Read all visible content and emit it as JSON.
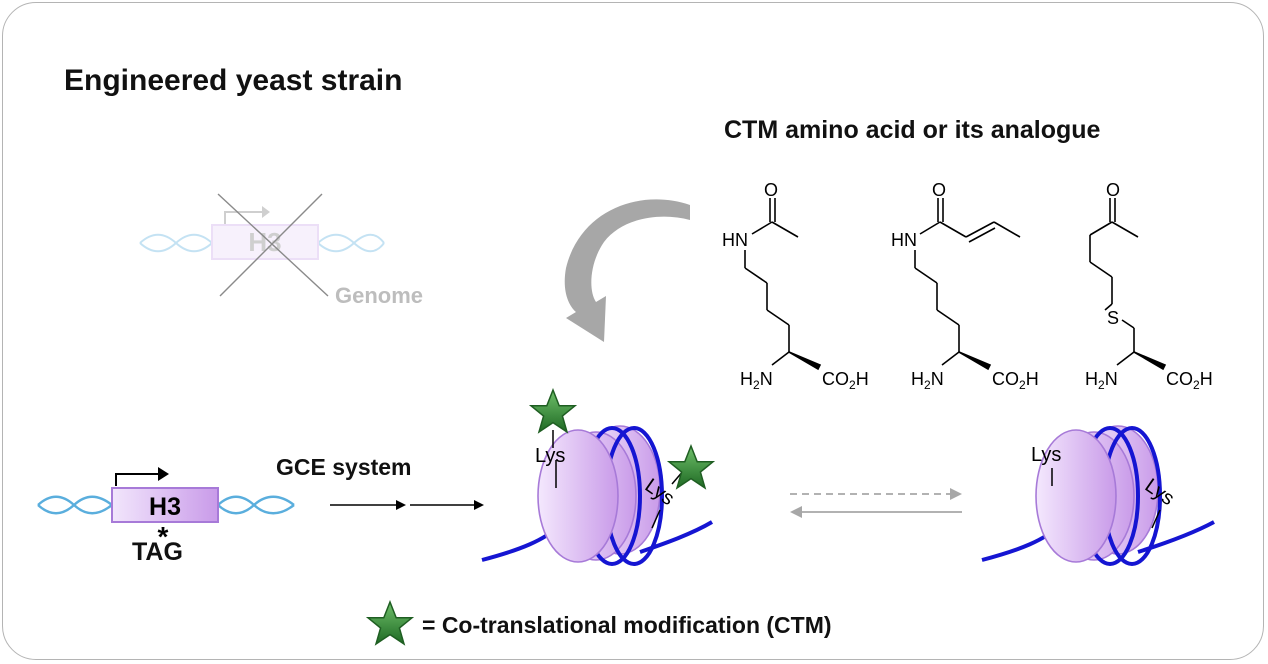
{
  "title": "Engineered yeast strain",
  "analogue_heading": "CTM amino acid or its analogue",
  "genome_label": "Genome",
  "gene_label": "H3",
  "faded_gene_label": "H3",
  "stop_codon": "TAG",
  "stop_marker": "*",
  "gce_label": "GCE system",
  "residue_label": "Lys",
  "legend_text": "= Co-translational modification (CTM)",
  "molecules": [
    {
      "top": "O",
      "nh": "HN",
      "amine": "H2N",
      "acid": "CO2H"
    },
    {
      "top": "O",
      "nh": "HN",
      "amine": "H2N",
      "acid": "CO2H"
    },
    {
      "top": "O",
      "sulfur": "S",
      "amine": "H2N",
      "acid": "CO2H"
    }
  ],
  "colors": {
    "dna": "#5aaedd",
    "dna_faded": "#c6e2f4",
    "histone_fill": "#dcbaf2",
    "histone_stroke": "#a77ad8",
    "dna_wrap": "#1515d2",
    "star": "#2f7d32",
    "arrow_grey": "#a7a7a7"
  }
}
